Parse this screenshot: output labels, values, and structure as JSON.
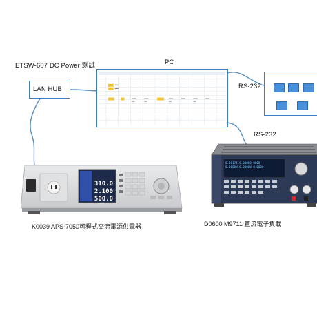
{
  "labels": {
    "etsw": "ETSW-607 DC Power 測試",
    "pc": "PC",
    "lan_hub": "LAN HUB",
    "rs232_top": "RS-232",
    "rs232_bottom": "RS-232"
  },
  "captions": {
    "power_supply": "K0039 APS-7050可程式交流電源供電器",
    "load": "D0600 M9711 直流電子負載"
  },
  "power_supply_display": {
    "voltage": "310.0",
    "current": "2.100",
    "power": "500.0"
  },
  "load_display": {
    "line1": "0.00174  0.00000 0000",
    "line2": "0.0000W 0.0000W 0.0000"
  },
  "colors": {
    "box_border": "#3f7cc7",
    "port_fill": "#4a8fd9",
    "cable": "#5a8fc4",
    "cell_highlight": "#f4c430"
  }
}
